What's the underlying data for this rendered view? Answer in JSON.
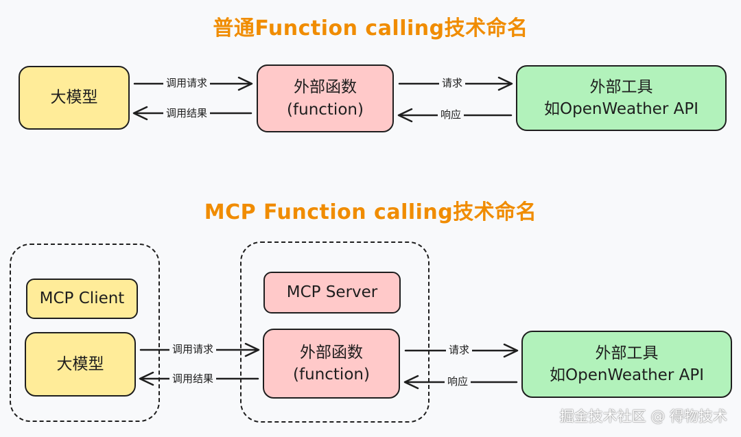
{
  "colors": {
    "title": "#f08c00",
    "stroke": "#1e1e1e",
    "yellow_fill": "#ffec99",
    "pink_fill": "#ffc9c9",
    "green_fill": "#b2f2bb",
    "background": "#f8f9fb"
  },
  "section1": {
    "title": "普通Function calling技术命名",
    "llm_box": "大模型",
    "function_box": {
      "line1": "外部函数",
      "line2": "(function)"
    },
    "tool_box": {
      "line1": "外部工具",
      "line2": "如OpenWeather API"
    },
    "edges": {
      "call_request": "调用请求",
      "call_result": "调用结果",
      "request": "请求",
      "response": "响应"
    }
  },
  "section2": {
    "title": "MCP Function calling技术命名",
    "client_box": "MCP Client",
    "llm_box": "大模型",
    "server_box": "MCP Server",
    "function_box": {
      "line1": "外部函数",
      "line2": "(function)"
    },
    "tool_box": {
      "line1": "外部工具",
      "line2": "如OpenWeather API"
    },
    "edges": {
      "call_request": "调用请求",
      "call_result": "调用结果",
      "request": "请求",
      "response": "响应"
    }
  },
  "watermark": "掘金技术社区 @ 得物技术"
}
